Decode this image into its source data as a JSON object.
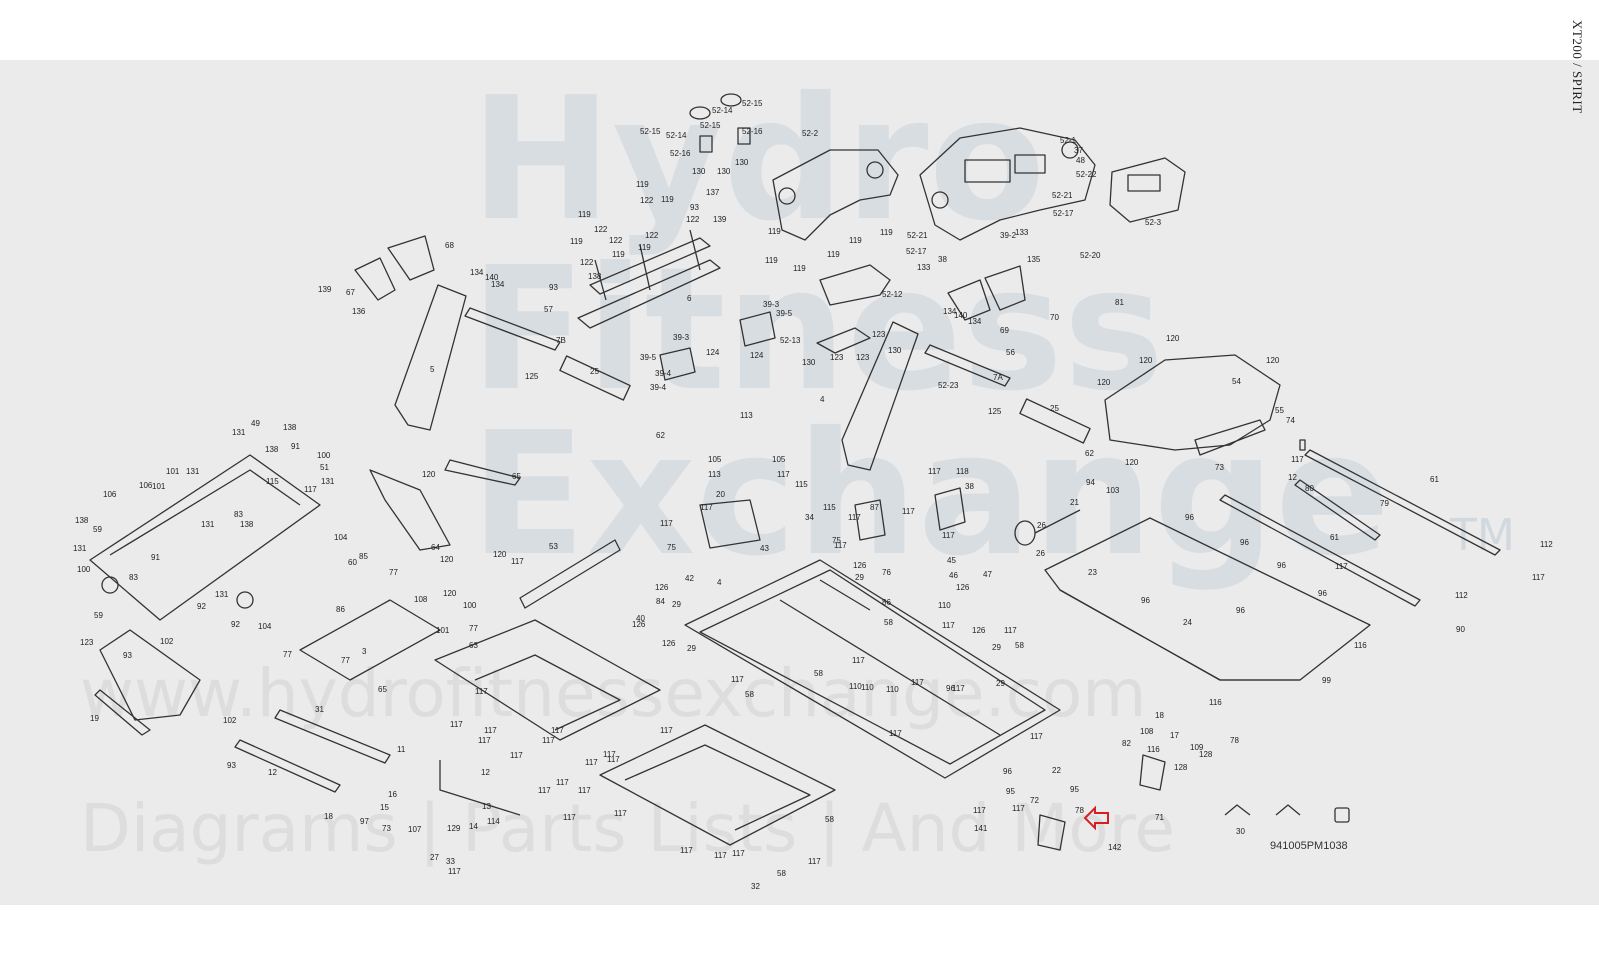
{
  "header": {
    "title": "XT200 / SPIRIT"
  },
  "watermark": {
    "line1": "Hydro",
    "line2": "Fitness",
    "line3": "Exchange",
    "tm": "TM",
    "url": "www.hydrofitnessexchange.com",
    "tagline": "Diagrams | Parts Lists | And More"
  },
  "diagram": {
    "doc_code": "941005PM1038",
    "highlight_color": "#d42020",
    "callouts": [
      "52-15",
      "52-14",
      "52-15",
      "52-14",
      "52-15",
      "52-16",
      "52-16",
      "130",
      "130",
      "130",
      "52-2",
      "52-1",
      "37",
      "48",
      "52-22",
      "52-21",
      "52-17",
      "133",
      "52-21",
      "52-17",
      "133",
      "38",
      "39-2",
      "52-3",
      "119",
      "122",
      "119",
      "93",
      "137",
      "139",
      "122",
      "122",
      "119",
      "122",
      "119",
      "119",
      "122",
      "119",
      "122",
      "138",
      "93",
      "6",
      "119",
      "119",
      "119",
      "119",
      "119",
      "119",
      "68",
      "139",
      "67",
      "136",
      "134",
      "140",
      "134",
      "57",
      "7B",
      "125",
      "25",
      "62",
      "5",
      "39-3",
      "39-5",
      "39-5",
      "39-3",
      "124",
      "39-4",
      "124",
      "39-4",
      "52-12",
      "52-13",
      "123",
      "123",
      "130",
      "123",
      "130",
      "135",
      "69",
      "70",
      "52-20",
      "81",
      "134",
      "140",
      "134",
      "56",
      "52-23",
      "7A",
      "125",
      "25",
      "62",
      "4",
      "120",
      "120",
      "120",
      "54",
      "120",
      "120",
      "55",
      "74",
      "117",
      "12",
      "73",
      "80",
      "79",
      "61",
      "61",
      "117",
      "112",
      "117",
      "112",
      "90",
      "113",
      "105",
      "113",
      "105",
      "117",
      "115",
      "34",
      "20",
      "117",
      "115",
      "117",
      "87",
      "117",
      "75",
      "117",
      "76",
      "117",
      "118",
      "38",
      "117",
      "94",
      "103",
      "21",
      "26",
      "26",
      "126",
      "29",
      "126",
      "29",
      "45",
      "46",
      "47",
      "126",
      "84",
      "40",
      "126",
      "126",
      "29",
      "117",
      "75",
      "42",
      "43",
      "4",
      "53",
      "120",
      "117",
      "65",
      "120",
      "64",
      "49",
      "138",
      "131",
      "138",
      "91",
      "100",
      "51",
      "115",
      "131",
      "117",
      "106",
      "101",
      "131",
      "101",
      "106",
      "138",
      "59",
      "83",
      "131",
      "138",
      "131",
      "91",
      "100",
      "83",
      "59",
      "131",
      "92",
      "104",
      "60",
      "92",
      "104",
      "85",
      "77",
      "108",
      "101",
      "77",
      "86",
      "77",
      "3",
      "100",
      "77",
      "120",
      "120",
      "63",
      "65",
      "123",
      "102",
      "93",
      "19",
      "102",
      "93",
      "31",
      "12",
      "18",
      "11",
      "12",
      "16",
      "15",
      "97",
      "73",
      "107",
      "13",
      "14",
      "114",
      "129",
      "27",
      "33",
      "117",
      "117",
      "117",
      "117",
      "117",
      "117",
      "117",
      "117",
      "117",
      "117",
      "117",
      "117",
      "117",
      "117",
      "117",
      "117",
      "117",
      "117",
      "117",
      "117",
      "117",
      "32",
      "58",
      "58",
      "86",
      "58",
      "110",
      "117",
      "58",
      "110",
      "117",
      "58",
      "117",
      "110",
      "126",
      "29",
      "58",
      "117",
      "117",
      "117",
      "110",
      "117",
      "29",
      "117",
      "96",
      "96",
      "96",
      "96",
      "96",
      "96",
      "96",
      "96",
      "23",
      "24",
      "116",
      "99",
      "109",
      "18",
      "108",
      "17",
      "82",
      "116",
      "116",
      "128",
      "78",
      "22",
      "95",
      "95",
      "72",
      "117",
      "128",
      "71",
      "117",
      "78",
      "142",
      "141",
      "30"
    ]
  }
}
